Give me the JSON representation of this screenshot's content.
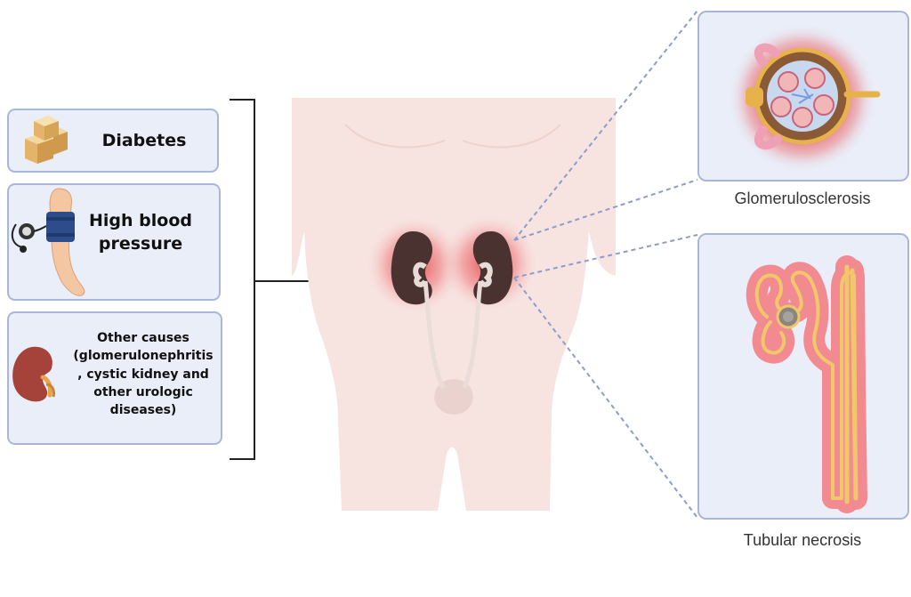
{
  "causes": {
    "diabetes": "Diabetes",
    "hbp_line1": "High blood",
    "hbp_line2": "pressure",
    "other_line1": "Other causes",
    "other_line2": "(glomerulonephritis",
    "other_line3": ", cystic kidney and",
    "other_line4": "other urologic",
    "other_line5": "diseases)"
  },
  "outcomes": {
    "glomerulosclerosis": "Glomerulosclerosis",
    "tubular_necrosis": "Tubular necrosis"
  },
  "colors": {
    "box_fill": "#e9eef9",
    "box_border": "#aab6d6",
    "inflammation": "#e0303a",
    "skin": "#f7e4e1",
    "connector": "#8e9cc9"
  },
  "icons": {
    "diabetes": "sugar-cubes-icon",
    "hbp": "blood-pressure-cuff-icon",
    "other": "kidney-icon"
  }
}
